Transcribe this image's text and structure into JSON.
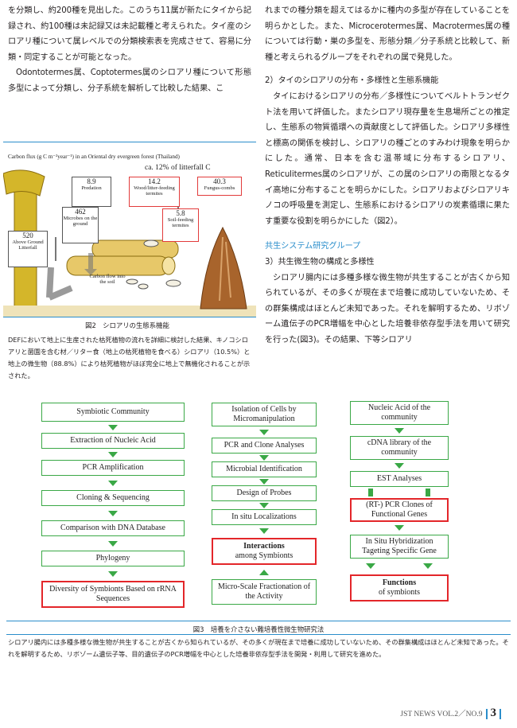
{
  "left_column": {
    "para1": "を分類し、約200種を見出した。このうち11属が新たにタイから記録され、約100種は未記録又は未記載種と考えられた。タイ産のシロアリ種について属レベルでの分類検索表を完成させて、容易に分類・同定することが可能となった。",
    "para2": "Odontotermes属、Coptotermes属のシロアリ種について形態多型によって分類し、分子系統を解析して比較した結果、こ"
  },
  "right_column": {
    "para1": "れまでの種分類を超えてはるかに種内の多型が存在していることを明らかとした。また、Microcerotermes属、Macrotermes属の種については行動・巣の多型を、形態分類／分子系統と比較して、新種と考えられるグループをそれぞれの属で発見した。",
    "section2_heading": "2）タイのシロアリの分布・多様性と生態系機能",
    "section2_body": "タイにおけるシロアリの分布／多様性についてベルトトランゼクト法を用いて評価した。またシロアリ現存量を生息場所ごとの推定し、生態系の物質循環への貢献度として評価した。シロアリ多様性と標高の関係を検討し、シロアリの種ごとのすみわけ現象を明らかにした。通常、日本を含む温帯域に分布するシロアリ、Reticulitermes属のシロアリが、この属のシロアリの南限となるタイ高地に分布することを明らかにした。シロアリおよびシロアリキノコの呼吸量を測定し、生態系におけるシロアリの炭素循環に果たす重要な役割を明らかにした（図2）。",
    "group_heading": "共生システム研究グループ",
    "section3_heading": "3）共生微生物の構成と多様性",
    "section3_body": "シロアリ腸内には多種多様な微生物が共生することが古くから知られているが、その多くが現在まで培養に成功していないため、その群集構成はほとんど未知であった。それを解明するため、リボゾーム遺伝子のPCR増幅を中心とした培養非依存型手法を用いて研究を行った(図3)。その結果、下等シロアリ"
  },
  "figure2": {
    "title": "Carbon flux (g C m⁻²year⁻¹) in an Oriental dry evergreen forest (Thailand)",
    "highlight": "ca. 12% of litterfall C",
    "boxes": [
      {
        "value": "8.9",
        "label": "Predation"
      },
      {
        "value": "14.2",
        "label": "Wood/litter-feeding termites"
      },
      {
        "value": "40.3",
        "label": "Fungus-combs"
      },
      {
        "value": "462",
        "label": "Microbes on the ground"
      },
      {
        "value": "5.8",
        "label": "Soil-feeding termites"
      },
      {
        "value": "520",
        "label": "Above Ground Litterfall"
      }
    ],
    "flow_label": "Carbon flow into the soil",
    "caption": "図2　シロアリの生態系機能",
    "note": "DEFにおいて地上に生産された枯死植物の流れを詳細に検討した結果、キノコシロアリと菌園を含む材／リター食（地上の枯死植物を食べる）シロアリ（10.5%）と地上の微生物（88.8%）により枯死植物がほぼ完全に地上で無機化されることが示された。",
    "colors": {
      "trunk": "#d4b62a",
      "mound": "#a8642c",
      "log": "#e7c869",
      "red": "#e23b3b"
    }
  },
  "figure3": {
    "col1": [
      "Symbiotic Community",
      "Extraction of Nucleic Acid",
      "PCR Amplification",
      "Cloning & Sequencing",
      "Comparison with DNA Database",
      "Phylogeny",
      "Diversity of Symbionts Based on rRNA Sequences"
    ],
    "col2": [
      "Isolation of Cells by Micromanipulation",
      "PCR and Clone Analyses",
      "Microbial Identification",
      "Design of Probes",
      "In situ Localizations",
      "Interactions",
      "among Symbionts",
      "Micro-Scale Fractionation of the Activity"
    ],
    "col3": [
      "Nucleic Acid of the community",
      "cDNA library of the community",
      "EST Analyses",
      "(RT-) PCR Clones of Functional Genes",
      "In Situ Hybridization Tageting Specific Gene",
      "Functions",
      "of symbionts"
    ],
    "caption": "図3　培養を介さない難培養性微生物研究法",
    "note": "シロアリ腸内には多種多様な微生物が共生することが古くから知られているが、その多くが現在まで培養に成功していないため、その群集構成はほとんど未知であった。それを解明するため、リボゾーム遺伝子等、目的遺伝子のPCR増幅を中心とした培養非依存型手法を開発・利用して研究を進めた。",
    "colors": {
      "green": "#3aa846",
      "red": "#e3262a"
    }
  },
  "footer": {
    "journal": "JST NEWS  VOL.2／NO.9",
    "page": "3"
  }
}
